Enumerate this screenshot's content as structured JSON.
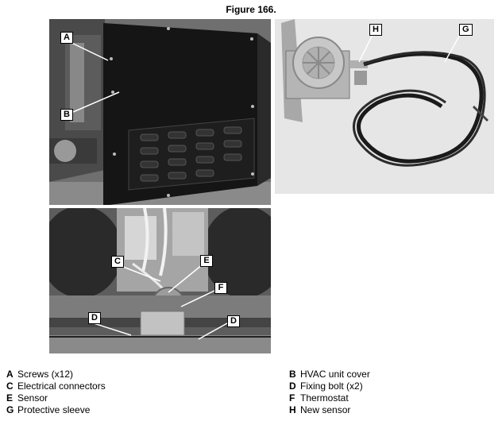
{
  "figure": {
    "title": "Figure 166."
  },
  "callouts": {
    "a": "A",
    "b": "B",
    "c": "C",
    "d1": "D",
    "d2": "D",
    "e": "E",
    "f": "F",
    "g": "G",
    "h": "H"
  },
  "legend": {
    "left": [
      {
        "key": "A",
        "text": "Screws (x12)"
      },
      {
        "key": "C",
        "text": "Electrical connectors"
      },
      {
        "key": "E",
        "text": "Sensor"
      },
      {
        "key": "G",
        "text": "Protective sleeve"
      }
    ],
    "right": [
      {
        "key": "B",
        "text": "HVAC unit cover"
      },
      {
        "key": "D",
        "text": "Fixing bolt (x2)"
      },
      {
        "key": "F",
        "text": "Thermostat"
      },
      {
        "key": "H",
        "text": "New sensor"
      }
    ]
  }
}
